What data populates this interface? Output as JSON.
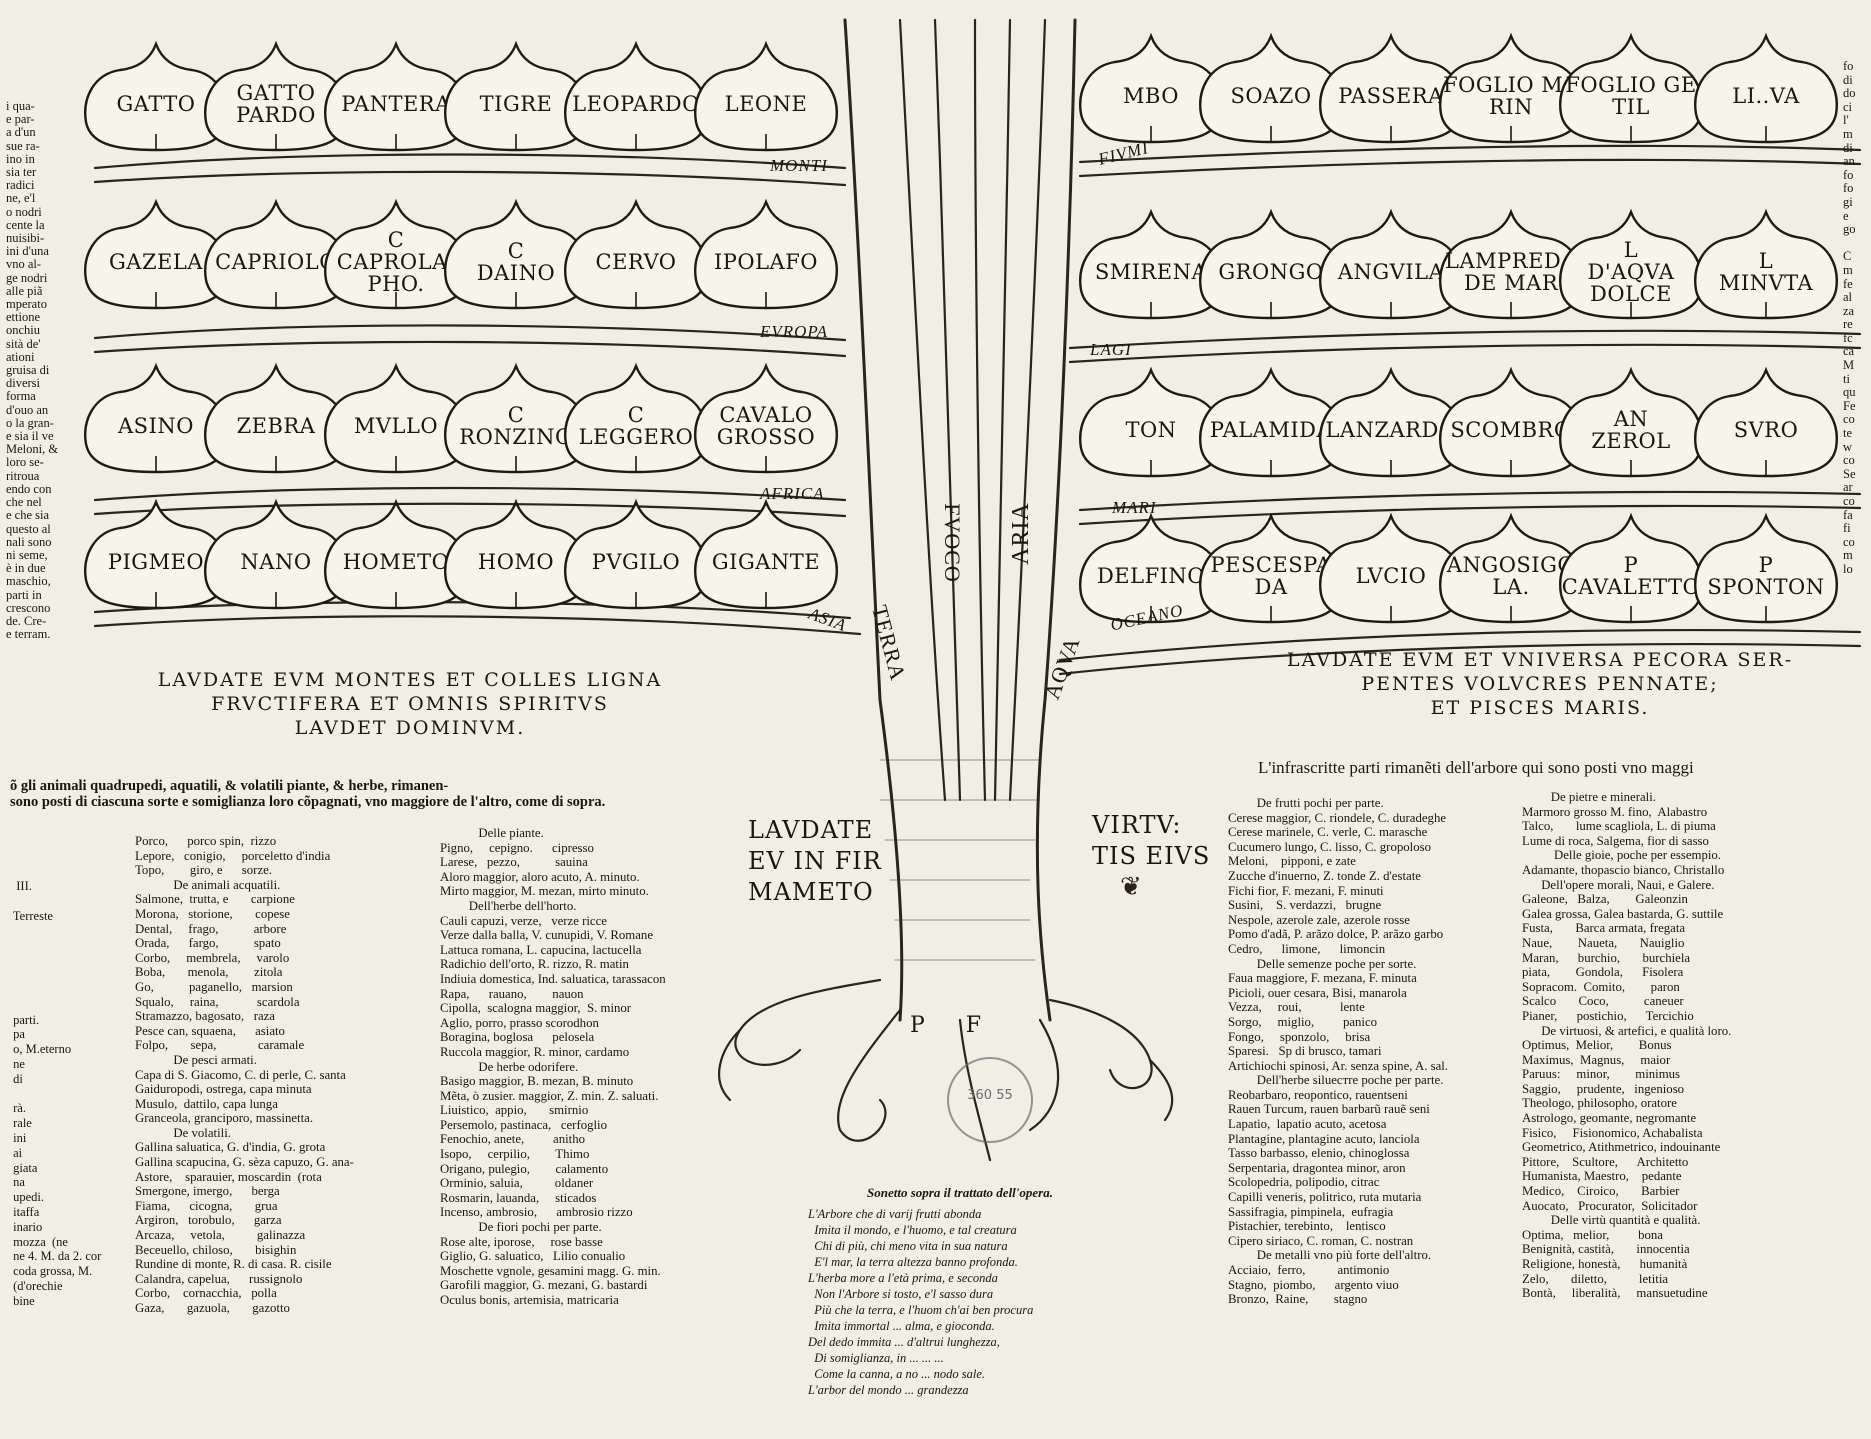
{
  "left_tree": {
    "rows": [
      {
        "branch_label": "MONTI",
        "leaves": [
          "GATTO",
          "GATTO\nPARDO",
          "PANTERA",
          "TIGRE",
          "LEOPARDO",
          "LEONE"
        ]
      },
      {
        "branch_label": "EVROPA",
        "leaves": [
          "GAZELA",
          "CAPRIOLO",
          "C\nCAPROLA-\nPHO.",
          "C\nDAINO",
          "CERVO",
          "IPOLAFO"
        ]
      },
      {
        "branch_label": "AFRICA",
        "leaves": [
          "ASINO",
          "ZEBRA",
          "MVLLO",
          "C\nRONZINO",
          "C\nLEGGERO",
          "CAVALO\nGROSSO"
        ]
      },
      {
        "branch_label": "ASIA",
        "leaves": [
          "PIGMEO",
          "NANO",
          "HOMETO",
          "HOMO",
          "PVGILO",
          "GIGANTE"
        ]
      }
    ],
    "trunk_labels": [
      "TERRA",
      "FVOCO"
    ]
  },
  "right_tree": {
    "rows": [
      {
        "branch_label": "FIVMI",
        "leaves": [
          "MBO",
          "SOAZO",
          "PASSERA",
          "FOGLIO MA\nRIN",
          "FOGLIO GE\nTIL",
          "LI..VA"
        ]
      },
      {
        "branch_label": "LAGI",
        "leaves": [
          "SMIRENA",
          "GRONGO",
          "ANGVILA",
          "LAMPREDA\nDE MAR",
          "L\nD'AQVA\nDOLCE",
          "L\nMINVTA"
        ]
      },
      {
        "branch_label": "MARI",
        "leaves": [
          "TON",
          "PALAMIDA",
          "LANZARDO",
          "SCOMBRO",
          "AN\nZEROL",
          "SVRO"
        ]
      },
      {
        "branch_label": "OCEANO",
        "leaves": [
          "DELFINO",
          "PESCESPA\nDA",
          "LVCIO",
          "ANGOSIGO\nLA.",
          "P\nCAVALETTO",
          "P\nSPONTON"
        ]
      }
    ],
    "trunk_labels": [
      "ARIA",
      "AQVA"
    ]
  },
  "headings": {
    "left_motto": "LAVDATE EVM MONTES ET COLLES LIGNA\nFRVCTIFERA ET OMNIS SPIRITVS\nLAVDET DOMINVM.",
    "right_motto": "LAVDATE EVM ET VNIVERSA PECORA SER-\nPENTES VOLVCRES PENNATE;\nET PISCES MARIS.",
    "center_left": "LAVDATE\nEV IN FIR\nMAMETO",
    "center_right": "VIRTV:\nTIS EIVS",
    "roots": "P     F",
    "left_intro": "õ gli animali quadrupedi, aquatili, & volatili piante, & herbe, rimanen-\nsono posti di ciascuna sorte e somiglianza loro cõpagnati, vno maggiore de l'altro, come di sopra.",
    "right_intro": "L'infrascritte parti rimanẽti dell'arbore qui sono posti vno maggi"
  },
  "left_margin": "i qua-\ne par-\na d'un\nsue ra-\nino in\nsia ter\nradici\nne, e'l\no nodri\ncente la\nnuisibi-\nini d'una\nvno al-\nge nodri\nalle piã\nmperato\nettione\nonchiu\nsità de'\nationi\ngruisa di\ndiversi\nforma\nd'ouo an\no la gran-\ne sia il ve\nMeloni, &\nloro se-\nritroua\nendo con\nche nel\ne che sia\nquesto al\nnali sono\nni seme,\nè in due\nmaschio,\nparti in\ncrescono\nde. Cre-\ne terram.",
  "right_margin": "fo\ndi\ndo\nci\nl'\nm\ndi\nan\nfo\nfo\ngi\ne\ngo\n\nC\nm\nfe\nal\nza\nre\nfc\nca\nM\nti\nqu\nFe\nco\nte\nw\nco\nSe\nar\nco\nfa\nfi\nco\nm\nlo",
  "left_edge": "\n\n\n  III.\n\n Terreste\n\n\n\n\n\n\n parti.\n pa\n o, M.eterno\n ne\n di\n\n rà.\n rale\n ini\n ai\n giata\n na\n upedi.\n itaffa\n inario\n mozza  (ne\n ne 4. M. da 2. cor\n coda grossa, M.\n (d'orechie\n bine",
  "sonnet": {
    "title": "Sonetto sopra il trattato dell'opera.",
    "lines": "L'Arbore che di varij frutti abonda\n  Imita il mondo, e l'huomo, e tal creatura\n  Chi di più, chi meno vita in sua natura\n  E'l mar, la terra altezza banno profonda.\nL'herba more a l'età prima, e seconda\n  Non l'Arbore si tosto, e'l sasso dura\n  Più che la terra, e l'huom ch'ai ben procura\n  Imita immortal ... alma, e gioconda.\nDel dedo immita ... d'altrui lunghezza,\n  Di somiglianza, in ... ... ...\n  Come la canna, a no ... nodo sale.\nL'arbor del mondo ... grandezza"
  },
  "columns": {
    "c1": "Porco,      porco spin,  rizzo\nLepore,   conigio,     porceletto d'india\nTopo,        giro, e      sorze.\n            De animali acquatili.\nSalmone,  trutta, e       carpione\nMorona,   storione,       copese\nDental,     frago,           arbore\nOrada,      fargo,           spato\nCorbo,     membrela,     varolo\nBoba,       menola,        zitola\nGo,           paganello,   marsion\nSqualo,     raina,            scardola\nStramazzo, bagosato,   raza\nPesce can, squaena,      asiato\nFolpo,       sepa,             caramale\n            De pesci armati.\nCapa di S. Giacomo, C. di perle, C. santa\nGaiduropodi, ostrega, capa minuta\nMusulo,  dattilo, capa lunga\nGranceola, granciporo, massinetta.\n            De volatili.\nGallina saluatica, G. d'india, G. grota\nGallina scapucina, G. sèza capuzo, G. ana-\nAstore,    sparauier, moscardin  (rota\nSmergone, imergo,      berga\nFiama,      cicogna,       grua\nArgiron,   torobulo,      garza\nArcaza,     vetola,          galinazza\nBeceuello, chiloso,       bisighin\nRundine di monte, R. di casa. R. cisile\nCalandra, capelua,      russignolo\nCorbo,    cornacchia,   polla\nGaza,       gazuola,       gazotto",
    "c2": "            Delle piante.\nPigno,     cepigno.      cipresso\nLarese,   pezzo,           sauina\nAloro maggior, aloro acuto, A. minuto.\nMirto maggior, M. mezan, mirto minuto.\n         Dell'herbe dell'horto.\nCauli capuzi, verze,   verze ricce\nVerze dalla balla, V. cunupidi, V. Romane\nLattuca romana, L. capucina, lactucella\nRadichio dell'orto, R. rizzo, R. matin\nIndiuia domestica, Ind. saluatica, tarassacon\nRapa,      rauano,        nauon\nCipolla,  scalogna maggior,  S. minor\nAglio, porro, prasso scorodhon\nBoragina, boglosa      pelosela\nRuccola maggior, R. minor, cardamo\n            De herbe odorifere.\nBasigo maggior, B. mezan, B. minuto\nMẽta, ò zusier. maggior, Z. min. Z. saluati.\nLiuistico,  appio,       smirnio\nPersemolo, pastinaca,   cerfoglio\nFenochio, anete,         anitho\nIsopo,     cerpilio,        Thimo\nOrigano, pulegio,        calamento\nOrminio, saluia,          oldaner\nRosmarin, lauanda,     sticados\nIncenso, ambrosio,      ambrosio rizzo\n            De fiori pochi per parte.\nRose alte, iporose,     rose basse\nGiglio, G. saluatico,   Lilio conualio\nMoschette vgnole, gesamini magg. G. min.\nGarofili maggior, G. mezani, G. bastardi\nOculus bonis, artemisia, matricaria",
    "c3": "         De frutti pochi per parte.\nCerese maggior, C. riondele, C. duradeghe\nCerese marinele, C. verle, C. marasche\nCucumero lungo, C. lisso, C. gropoloso\nMeloni,    pipponi, e zate\nZucche d'inuerno, Z. tonde Z. d'estate\nFichi fior, F. mezani, F. minuti\nSusini,    S. verdazzi,   brugne\nNespole, azerole zale, azerole rosse\nPomo d'adã, P. arãzo dolce, P. arãzo garbo\nCedro,      limone,      limoncin\n         Delle semenze poche per sorte.\nFaua maggiore, F. mezana, F. minuta\nPicioli, ouer cesara, Bisi, manarola\nVezza,     roui,            lente\nSorgo,     miglio,         panico\nFongo,     sponzolo,     brisa\nSparesi.   Sp di brusco, tamari\nArtichiochi spinosi, Ar. senza spine, A. sal.\n         Dell'herbe silueстre poche per parte.\nReobarbaro, reopontico, rauentseni\nRauen Turcum, rauen barbarũ rauẽ seni\nLapatio,  lapatio acuto, acetosa\nPlantagine, plantagine acuto, lanciola\nTasso barbasso, elenio, chinoglossa\nSerpentaria, dragontea minor, aron\nScolopedria, polipodio, citrac\nCapilli veneris, politrico, ruta mutaria\nSassifragia, pimpinela,  eufragia\nPistachier, terebinto,    lentisco\nCipero siriaco, C. roman, C. nostran\n         De metalli vno più forte dell'altro.\nAcciaio,  ferro,          antimonio\nStagno,  piombo,      argento viuo\nBronzo,  Raine,        stagno",
    "c4": "         De pietre e minerali.\nMarmoro grosso M. fino,  Alabastro\nTalco,       lume scagliola, L. di piuma\nLume di roca, Salgema, fior di sasso\n          Delle gioie, poche per essempio.\nAdamante, thopascio bianco, Christallo\n      Dell'opere morali, Naui, e Galere.\nGaleone,   Balza,        Galeonzin\nGalea grossa, Galea bastarda, G. suttile\nFusta,       Barca armata, fregata\nNaue,        Naueta,       Nauiglio\nMaran,      burchio,       burchiela\npiata,        Gondola,      Fisolera\nSopracom.  Comito,        paron\nScalco       Coco,           caneuer\nPianer,      postichio,      Tercichio\n      De virtuosi, & artefici, e qualità loro.\nOptimus,  Melior,        Bonus\nMaximus,  Magnus,     maior\nParuus:     minor,        minimus\nSaggio,     prudente,   ingenioso\nTheologo, philosopho, oratore\nAstrologo, geomante, negromante\nFisico,     Fisionomico, Achabalista\nGeometrico, Atithmetrico, indouinante\nPittore,    Scultore,      Architetto\nHumanista, Maestro,    pedante\nMedico,    Ciroico,       Barbier\nAuocato,   Procurator,  Solicitador\n         Delle virtù quantità e qualità.\nOptima,   melior,         bona\nBenignità, castità,       innocentia\nReligione, honestà,      humanità\nZelo,       diletto,          letitia\nBontà,     liberalità,     mansuetudine"
  },
  "stamp": "360  55"
}
